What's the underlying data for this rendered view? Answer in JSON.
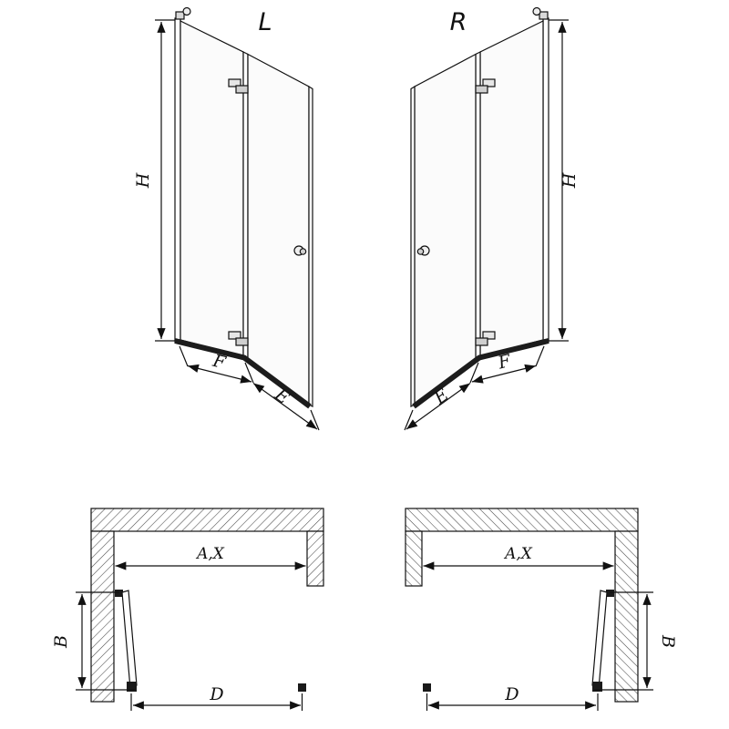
{
  "views": {
    "iso_left": {
      "label": "L",
      "dim_height": "H",
      "dim_door_panel": "F",
      "dim_pivot_panel": "E"
    },
    "iso_right": {
      "label": "R",
      "dim_height": "H",
      "dim_door_panel": "F",
      "dim_pivot_panel": "E"
    },
    "plan_left": {
      "dim_width": "A,X",
      "dim_fold_depth": "B",
      "dim_entry": "D"
    },
    "plan_right": {
      "dim_width": "A,X",
      "dim_fold_depth": "B",
      "dim_entry": "D"
    }
  },
  "colors": {
    "line": "#111111",
    "glass": "#fbfbfb",
    "hardware": "#1a1a1a",
    "hatch": "#4a4a4a",
    "background": "#ffffff"
  }
}
